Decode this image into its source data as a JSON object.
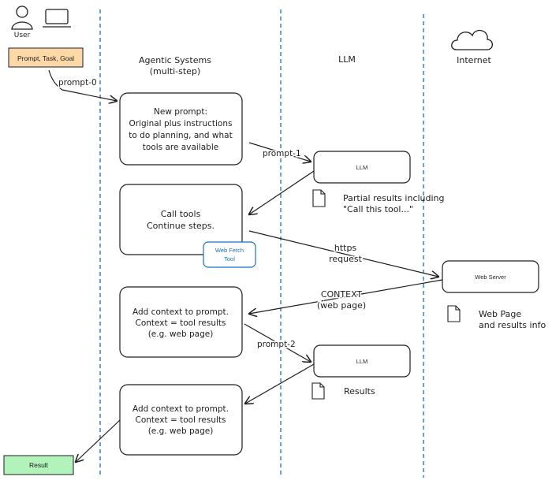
{
  "user": {
    "label": "User"
  },
  "actor_box": {
    "label": "Prompt, Task, Goal",
    "fill": "#ffd8a8"
  },
  "columns": {
    "agentic": {
      "title_line1": "Agentic Systems",
      "title_line2": "(multi-step)"
    },
    "llm": {
      "title": "LLM"
    },
    "internet": {
      "title": "Internet"
    }
  },
  "boxes": {
    "new_prompt": [
      "New prompt:",
      "Original plus instructions",
      "to do planning, and what",
      "tools are available"
    ],
    "call_tools": [
      "Call tools",
      "Continue steps."
    ],
    "web_fetch_tool": [
      "Web Fetch",
      "Tool"
    ],
    "add_context_1": [
      "Add context to prompt.",
      "Context = tool results",
      "(e.g. web page)"
    ],
    "add_context_2": [
      "Add context to prompt.",
      "Context = tool results",
      "(e.g. web page)"
    ],
    "llm_1": "LLM",
    "llm_2": "LLM",
    "web_server": "Web Server",
    "result": "Result"
  },
  "arrow_labels": {
    "prompt_0": "prompt-0",
    "prompt_1": "prompt-1",
    "prompt_2": "prompt-2",
    "https_line1": "https",
    "https_line2": "request",
    "context_line1": "CONTEXT",
    "context_line2": "(web page)"
  },
  "notes": {
    "partial_line1": "Partial results including",
    "partial_line2": "\"Call this tool...\"",
    "web_page_line1": "Web Page",
    "web_page_line2": "and results info",
    "results": "Results"
  },
  "colors": {
    "divider": "#1971c2",
    "stroke": "#1e1e1e",
    "tool_stroke": "#1971c2",
    "tool_text": "#1971c2",
    "result_fill": "#b2f2bb"
  }
}
